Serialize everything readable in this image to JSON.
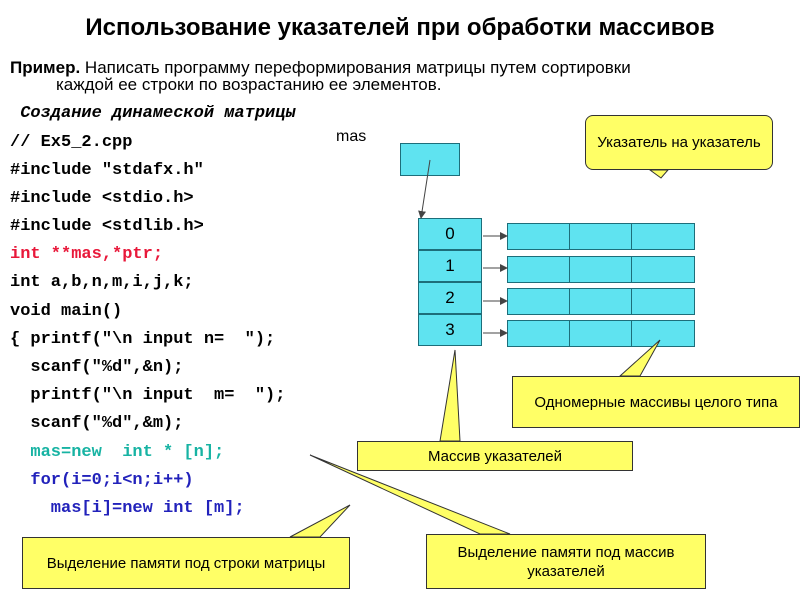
{
  "title": "Использование указателей при обработки массивов",
  "example": {
    "label": "Пример.",
    "text_line1": " Написать программу переформирования матрицы путем сортировки",
    "text_line2": "каждой  ее строки по возрастанию ее элементов."
  },
  "code": {
    "heading": " Создание динамеской матрицы",
    "lines": [
      "// Ex5_2.cpp",
      "#include \"stdafx.h\"",
      "#include <stdio.h>",
      "#include <stdlib.h>",
      "int **mas,*ptr;",
      "int a,b,n,m,i,j,k;",
      "void main()",
      "{ printf(\"\\n input n=  \");",
      "  scanf(\"%d\",&n);",
      "  printf(\"\\n input  m=  \");",
      "  scanf(\"%d\",&m);",
      "  mas=new  int * [n];",
      "  for(i=0;i<n;i++)",
      "    mas[i]=new int [m];"
    ]
  },
  "diagram": {
    "mas_label": "mas",
    "indices": [
      "0",
      "1",
      "2",
      "3"
    ]
  },
  "callouts": {
    "pointer_to_pointer": "Указатель на указатель",
    "one_dim_arrays": "Одномерные массивы целого типа",
    "pointer_array": "Массив указателей",
    "alloc_rows": "Выделение памяти под строки матрицы",
    "alloc_pointer_array": "Выделение памяти под массив указателей"
  },
  "colors": {
    "cell_fill": "#5fe3f0",
    "callout_fill": "#ffff66",
    "code_red": "#e8183a",
    "code_teal": "#17b3a3",
    "code_blue": "#2222bb"
  }
}
